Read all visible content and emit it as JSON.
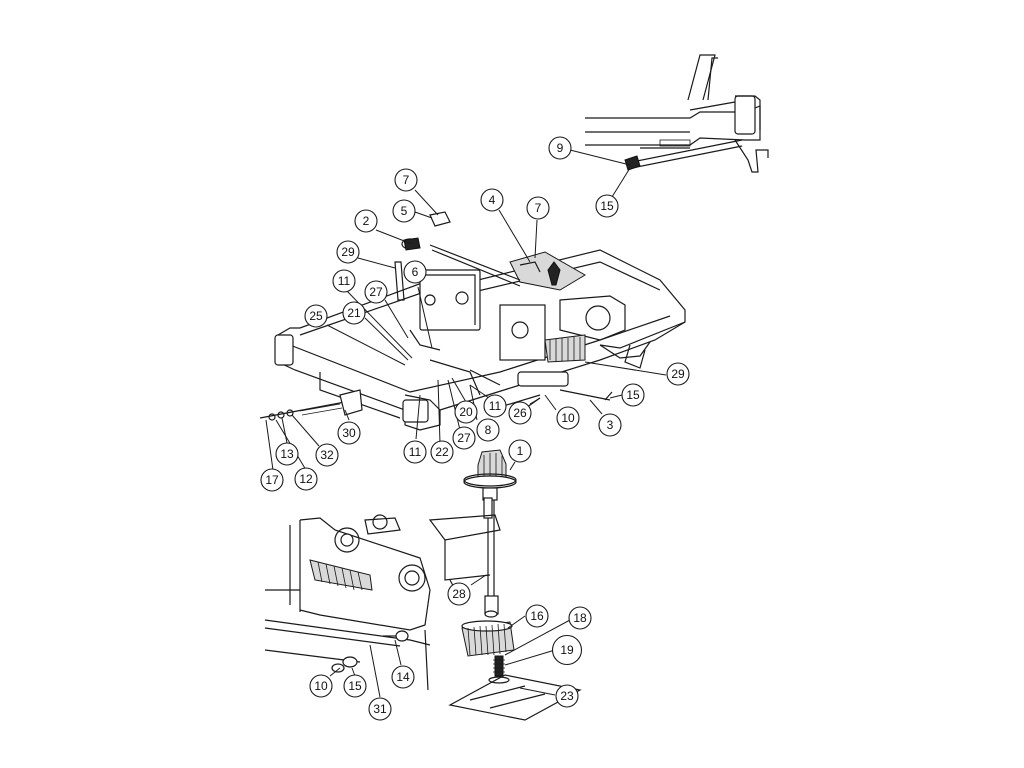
{
  "callouts": [
    {
      "id": "c9",
      "label": "9"
    },
    {
      "id": "c15a",
      "label": "15"
    },
    {
      "id": "c7a",
      "label": "7"
    },
    {
      "id": "c5",
      "label": "5"
    },
    {
      "id": "c4",
      "label": "4"
    },
    {
      "id": "c7b",
      "label": "7"
    },
    {
      "id": "c2",
      "label": "2"
    },
    {
      "id": "c29a",
      "label": "29"
    },
    {
      "id": "c6",
      "label": "6"
    },
    {
      "id": "c11a",
      "label": "11"
    },
    {
      "id": "c27a",
      "label": "27"
    },
    {
      "id": "c25",
      "label": "25"
    },
    {
      "id": "c21",
      "label": "21"
    },
    {
      "id": "c29b",
      "label": "29"
    },
    {
      "id": "c15b",
      "label": "15"
    },
    {
      "id": "c20",
      "label": "20"
    },
    {
      "id": "c11b",
      "label": "11"
    },
    {
      "id": "c26",
      "label": "26"
    },
    {
      "id": "c10a",
      "label": "10"
    },
    {
      "id": "c3",
      "label": "3"
    },
    {
      "id": "c8",
      "label": "8"
    },
    {
      "id": "c27b",
      "label": "27"
    },
    {
      "id": "c30",
      "label": "30"
    },
    {
      "id": "c13",
      "label": "13"
    },
    {
      "id": "c32",
      "label": "32"
    },
    {
      "id": "c11c",
      "label": "11"
    },
    {
      "id": "c22",
      "label": "22"
    },
    {
      "id": "c17",
      "label": "17"
    },
    {
      "id": "c12",
      "label": "12"
    },
    {
      "id": "c1",
      "label": "1"
    },
    {
      "id": "c28",
      "label": "28"
    },
    {
      "id": "c16",
      "label": "16"
    },
    {
      "id": "c18",
      "label": "18"
    },
    {
      "id": "c19",
      "label": "19"
    },
    {
      "id": "c14",
      "label": "14"
    },
    {
      "id": "c10b",
      "label": "10"
    },
    {
      "id": "c15c",
      "label": "15"
    },
    {
      "id": "c31",
      "label": "31"
    },
    {
      "id": "c23",
      "label": "23"
    }
  ],
  "highlighted_callout": "19"
}
